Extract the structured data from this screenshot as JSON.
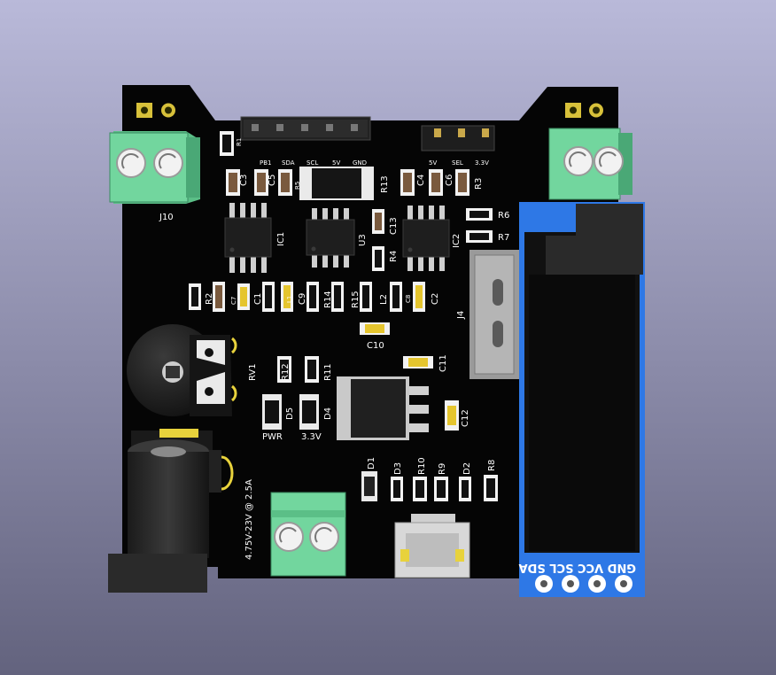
{
  "board": {
    "labels": {
      "J10": "J10",
      "IC1": "IC1",
      "IC2": "IC2",
      "U3": "U3",
      "J4": "J4",
      "RV1": "RV1",
      "R13": "R13",
      "R6": "R6",
      "R7": "R7",
      "R4": "R4",
      "R5": "R5",
      "R3": "R3",
      "R2": "R2",
      "R14": "R14",
      "R15": "R15",
      "R12": "R12",
      "R11": "R11",
      "R10": "R10",
      "R9": "R9",
      "R8": "R8",
      "L1": "L1",
      "L2": "L2",
      "C1": "C1",
      "C2": "C2",
      "C3": "C3",
      "C4": "C4",
      "C5": "C5",
      "C6": "C6",
      "C7": "C7",
      "C8": "C8",
      "C9": "C9",
      "C10": "C10",
      "C11": "C11",
      "C12": "C12",
      "C13": "C13",
      "D1": "D1",
      "D2": "D2",
      "D3": "D3",
      "D4": "D4",
      "D5": "D5",
      "PWR": "PWR",
      "V33": "3.3V",
      "R1": "R1"
    },
    "header_pins": [
      "PB1",
      "SDA",
      "SCL",
      "5V",
      "GND"
    ],
    "jumper_pins": [
      "5V",
      "SEL",
      "3.3V"
    ],
    "input_rating": "4.75V-23V @ 2.5A",
    "oled_pins": "GND VCC SCL SDA",
    "colors": {
      "pcb": "#050505",
      "terminal": "#6fd39a",
      "oled_blue": "#2e78e6",
      "gold": "#e8d23c"
    }
  }
}
